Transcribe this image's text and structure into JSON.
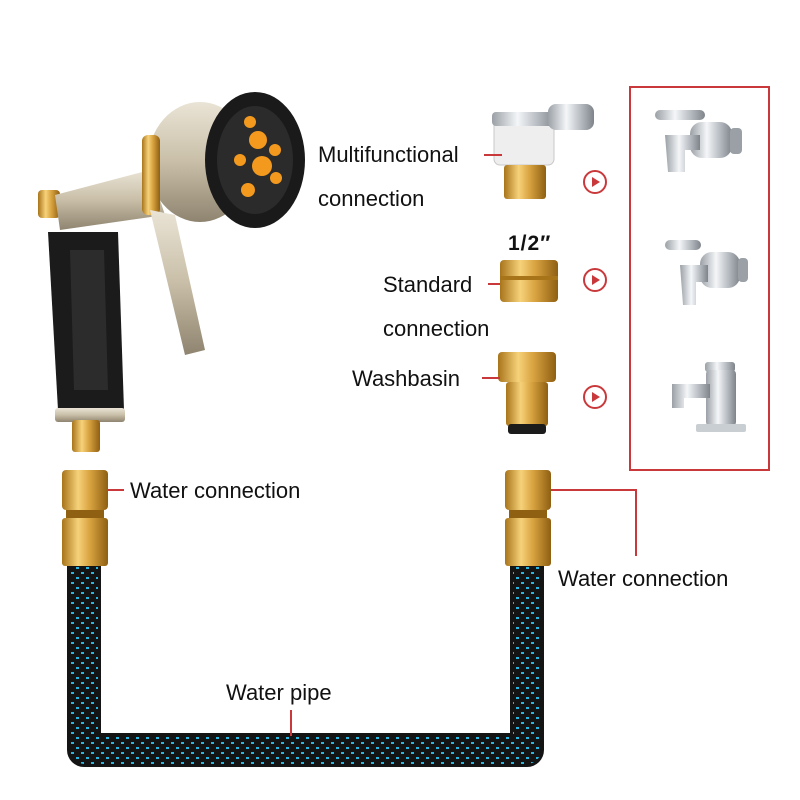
{
  "labels": {
    "multifunctional_line1": "Multifunctional",
    "multifunctional_line2": "connection",
    "fraction": "1/2″",
    "standard_line1": "Standard",
    "standard_line2": "connection",
    "washbasin": "Washbasin",
    "water_connection_left": "Water connection",
    "water_connection_right": "Water connection",
    "water_pipe": "Water pipe"
  },
  "colors": {
    "accent_red": "#c9393b",
    "brass": "#d9a441",
    "hose_black": "#141414",
    "hose_blue": "#29b6e0",
    "nozzle_orange": "#f39a1e"
  },
  "icons": {
    "spray_gun": "spray-gun-icon",
    "adapters": [
      "multifunctional-adapter-icon",
      "standard-adapter-icon",
      "washbasin-adapter-icon"
    ],
    "faucets": [
      "wall-faucet-icon",
      "lever-faucet-icon",
      "basin-faucet-icon"
    ],
    "arrows": "chevron-right-icon"
  }
}
